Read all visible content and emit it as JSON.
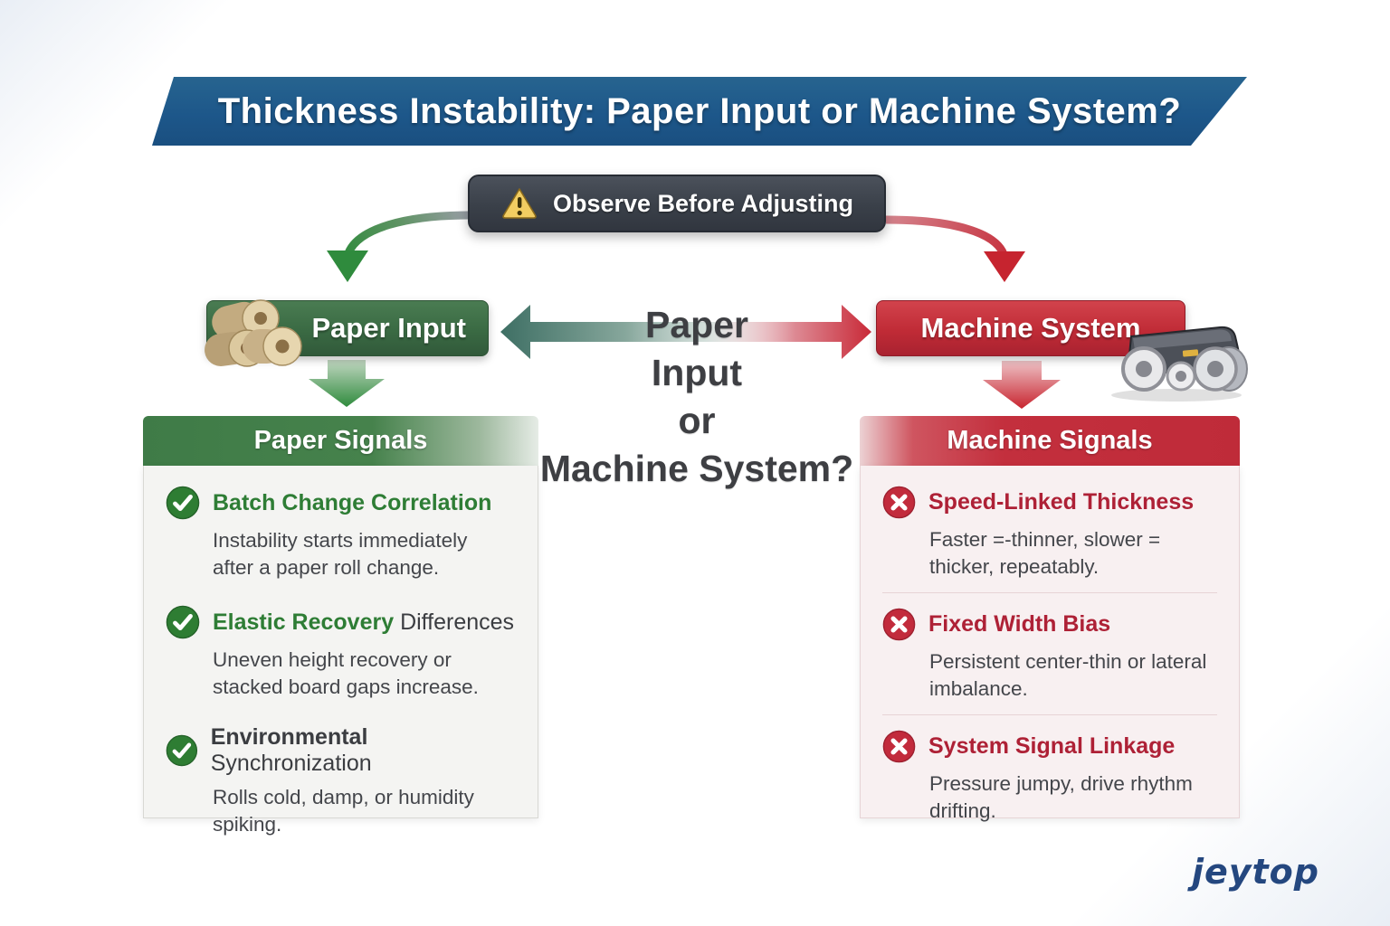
{
  "title": "Thickness Instability: Paper Input or Machine System?",
  "observe_box": {
    "label": "Observe Before Adjusting",
    "icon": "warning-triangle-icon"
  },
  "branch": {
    "left": {
      "label": "Paper Input",
      "icon": "paper-rolls-icon"
    },
    "right": {
      "label": "Machine System",
      "icon": "rollers-machine-icon"
    }
  },
  "center_question": {
    "lines": [
      "Paper",
      "Input",
      "or",
      "Machine System?"
    ]
  },
  "left_panel": {
    "header": "Paper Signals",
    "item_icon": "check-circle-icon",
    "items": [
      {
        "title_strong": "Batch Change Correlation",
        "title_rest": "",
        "body": "Instability starts immediately after a paper roll change."
      },
      {
        "title_strong": "Elastic Recovery",
        "title_rest": " Differences",
        "body": "Uneven height recovery or stacked board gaps increase."
      },
      {
        "title_strong": "Environmental",
        "title_rest": " Synchronization",
        "body": "Rolls cold, damp, or humidity spiking."
      }
    ]
  },
  "right_panel": {
    "header": "Machine Signals",
    "item_icon": "x-circle-icon",
    "items": [
      {
        "title": "Speed-Linked Thickness",
        "body": "Faster =-thinner, slower = thicker, repeatably."
      },
      {
        "title": "Fixed Width Bias",
        "body": "Persistent center-thin or lateral imbalance."
      },
      {
        "title": "System Signal Linkage",
        "body": "Pressure jumpy, drive rhythm drifting."
      }
    ]
  },
  "logo": "jeytop",
  "colors": {
    "banner_blue": "#1d578a",
    "observe_gray": "#3a4049",
    "paper_green": "#3a6a43",
    "machine_red": "#c02b36",
    "paper_title_green": "#2e7d35",
    "machine_title_red": "#ae2136",
    "body_text": "#44464b",
    "left_panel_bg": "#f4f4f2",
    "right_panel_bg": "#f8f0f1",
    "logo_navy": "#24477f"
  }
}
